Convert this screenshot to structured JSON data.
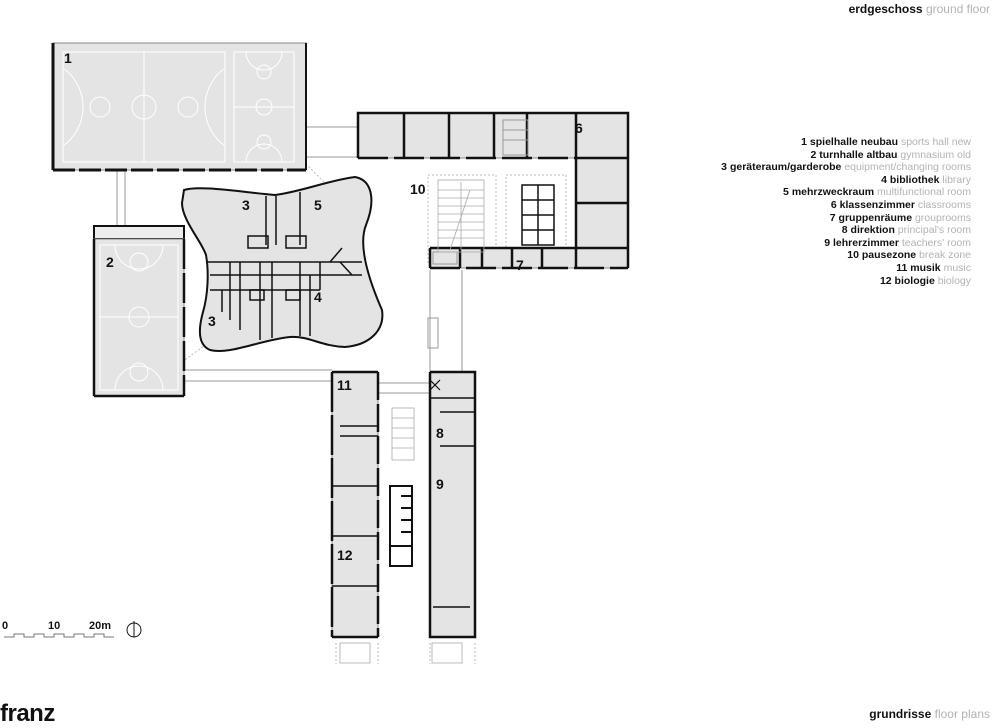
{
  "header": {
    "title_de": "erdgeschoss",
    "title_en": "ground floor"
  },
  "legend": [
    {
      "num": "1",
      "de": "spielhalle neubau",
      "en": "sports hall new"
    },
    {
      "num": "2",
      "de": "turnhalle altbau",
      "en": "gymnasium old"
    },
    {
      "num": "3",
      "de": "geräteraum/garderobe",
      "en": "equipment/changing rooms"
    },
    {
      "num": "4",
      "de": "bibliothek",
      "en": "library"
    },
    {
      "num": "5",
      "de": "mehrzweckraum",
      "en": "multifunctional room"
    },
    {
      "num": "6",
      "de": "klassenzimmer",
      "en": "classrooms"
    },
    {
      "num": "7",
      "de": "gruppenräume",
      "en": "grouprooms"
    },
    {
      "num": "8",
      "de": "direktion",
      "en": "principal's room"
    },
    {
      "num": "9",
      "de": "lehrerzimmer",
      "en": "teachers' room"
    },
    {
      "num": "10",
      "de": "pausezone",
      "en": "break zone"
    },
    {
      "num": "11",
      "de": "musik",
      "en": "music"
    },
    {
      "num": "12",
      "de": "biologie",
      "en": "biology"
    }
  ],
  "plan": {
    "rooms": [
      "1",
      "2",
      "3",
      "3",
      "4",
      "5",
      "6",
      "7",
      "8",
      "9",
      "10",
      "11",
      "12"
    ]
  },
  "scale": {
    "labels": [
      "0",
      "10",
      "20m"
    ]
  },
  "footer": {
    "de": "grundrisse",
    "en": "floor plans"
  },
  "logo": "franz"
}
